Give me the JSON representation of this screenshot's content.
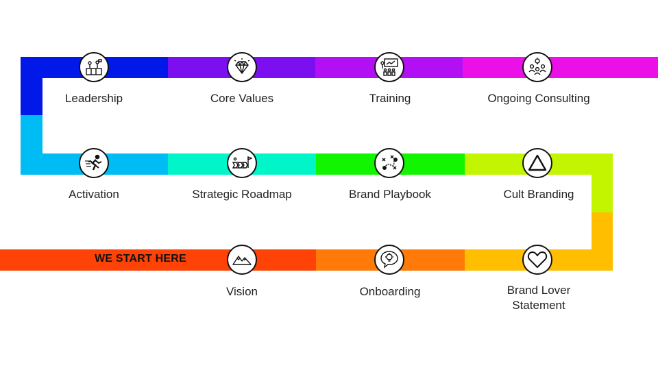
{
  "start_label": "WE START HERE",
  "colors": {
    "row1": [
      "#0018e8",
      "#7c0ff0",
      "#b30ff5",
      "#ec10e8"
    ],
    "row2": [
      "#00bcf5",
      "#00f5c8",
      "#12f500",
      "#c4f500"
    ],
    "row3": [
      "#ff4206",
      "#ff7a08",
      "#ffbe00"
    ],
    "connector_left_top": "#0018e8",
    "connector_left_bottom": "#00bcf5",
    "connector_right_top": "#c4f500",
    "connector_right_bottom": "#ffbe00"
  },
  "stages": [
    {
      "label": "Leadership",
      "icon": "leadership-icon"
    },
    {
      "label": "Core Values",
      "icon": "diamond-icon"
    },
    {
      "label": "Training",
      "icon": "training-board-icon"
    },
    {
      "label": "Ongoing Consulting",
      "icon": "consulting-team-icon"
    },
    {
      "label": "Activation",
      "icon": "running-person-icon"
    },
    {
      "label": "Strategic Roadmap",
      "icon": "roadmap-flag-icon"
    },
    {
      "label": "Brand Playbook",
      "icon": "playbook-strategy-icon"
    },
    {
      "label": "Cult Branding",
      "icon": "triangle-icon"
    },
    {
      "label": "Vision",
      "icon": "mountains-icon"
    },
    {
      "label": "Onboarding",
      "icon": "lightbulb-chat-icon"
    },
    {
      "label": "Brand Lover Statement",
      "icon": "heart-icon"
    }
  ]
}
